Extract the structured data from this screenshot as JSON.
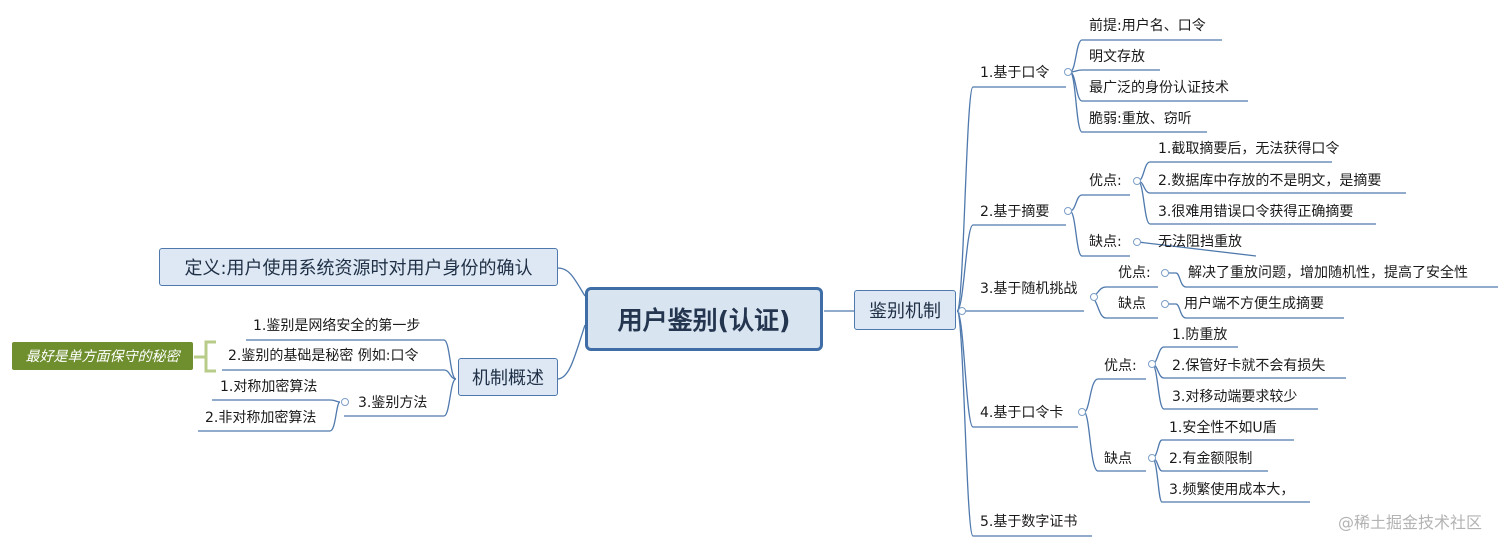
{
  "central_topic": "用户鉴别(认证)",
  "left": {
    "definition": "定义:用户使用系统资源时对用户身份的确认",
    "overview": {
      "label": "机制概述",
      "items": [
        "1.鉴别是网络安全的第一步",
        "2.鉴别的基础是秘密 例如:口令",
        "3.鉴别方法"
      ],
      "note": "最好是单方面保守的秘密",
      "methods": [
        "1.对称加密算法",
        "2.非对称加密算法"
      ]
    }
  },
  "right": {
    "label": "鉴别机制",
    "b1": {
      "label": "1.基于口令",
      "items": [
        "前提:用户名、口令",
        "明文存放",
        "最广泛的身份认证技术",
        "脆弱:重放、窃听"
      ]
    },
    "b2": {
      "label": "2.基于摘要",
      "pros_label": "优点:",
      "pros": [
        "1.截取摘要后，无法获得口令",
        "2.数据库中存放的不是明文，是摘要",
        "3.很难用错误口令获得正确摘要"
      ],
      "cons_label": "缺点:",
      "cons": [
        "无法阻挡重放"
      ]
    },
    "b3": {
      "label": "3.基于随机挑战",
      "pros_label": "优点:",
      "pros": [
        "解决了重放问题，增加随机性，提高了安全性"
      ],
      "cons_label": "缺点",
      "cons": [
        "用户端不方便生成摘要"
      ]
    },
    "b4": {
      "label": "4.基于口令卡",
      "pros_label": "优点:",
      "pros": [
        "1.防重放",
        "2.保管好卡就不会有损失",
        "3.对移动端要求较少"
      ],
      "cons_label": "缺点",
      "cons": [
        "1.安全性不如U盾",
        "2.有金额限制",
        "3.频繁使用成本大，"
      ]
    },
    "b5": {
      "label": "5.基于数字证书"
    }
  },
  "watermark": "@稀土掘金技术社区",
  "colors": {
    "line": "#4f79ad",
    "node_fill": "#dde8f4",
    "note_fill": "#6f8f2f",
    "bracket": "#b8cc8a"
  }
}
